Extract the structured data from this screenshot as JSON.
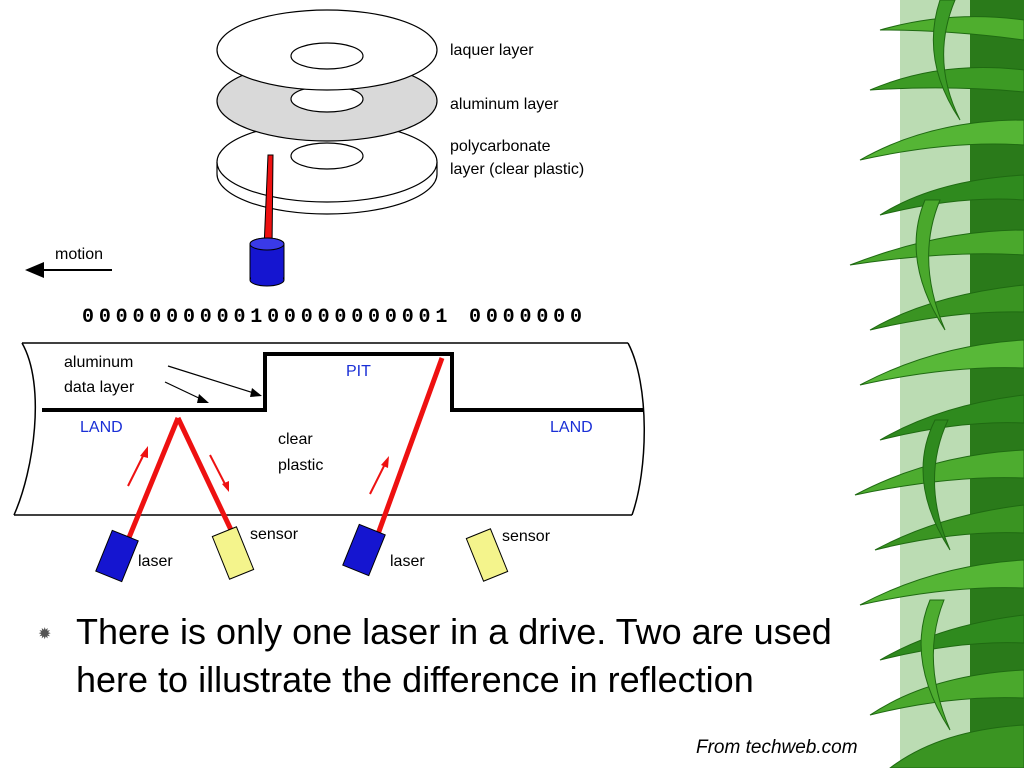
{
  "disc_labels": {
    "laquer": "laquer layer",
    "aluminum": "aluminum layer",
    "polycarbonate_1": "polycarbonate",
    "polycarbonate_2": "layer (clear plastic)"
  },
  "motion_label": "motion",
  "bit_string": "0000000000100000000001 0000000",
  "cross_section": {
    "aluminum_label_1": "aluminum",
    "aluminum_label_2": "data layer",
    "pit": "PIT",
    "land_left": "LAND",
    "land_right": "LAND",
    "clear_1": "clear",
    "clear_2": "plastic"
  },
  "components": {
    "laser_left": "laser",
    "sensor_left": "sensor",
    "laser_right": "laser",
    "sensor_right": "sensor"
  },
  "bullet_text": "There is only one laser in a drive. Two are used here to illustrate the difference in reflection",
  "credit": "From techweb.com",
  "colors": {
    "laser_beam": "#ee1111",
    "laser_body": "#1515d0",
    "sensor_body": "#f4f48c",
    "aluminum_layer": "#d9d9d9",
    "label_blue": "#1a2fd6",
    "bamboo_green": "#2f8a1e"
  }
}
